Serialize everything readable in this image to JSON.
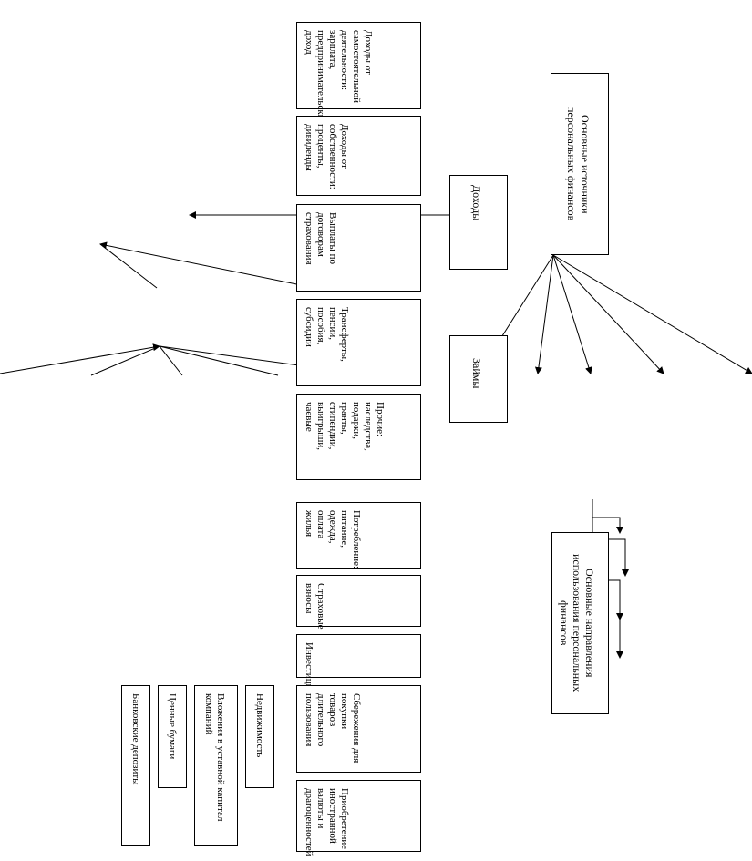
{
  "sources": {
    "title": "Основные источники персональных финансов",
    "income": "Доходы",
    "loans": "Займы",
    "items": [
      "Доходы от самостоятельной деятельности: зарплата, предпринимательский доход",
      "Доходы от собственности: проценты, дивиденды",
      "Выплаты по договорам страхования",
      "Трансферты, пенсии, пособия, субсидии",
      "Прочие: наследства, подарки, гранты, стипендии, выигрыши, чаевые"
    ]
  },
  "uses": {
    "title": "Основные направления использования персональных финансов",
    "items": [
      "Потребление: питание, одежда, оплата жилья",
      "Страховые взносы",
      "Инвестиции",
      "Сбережения для покупки товаров длительного пользования",
      "Приобретение иностранной валюты и драгоценностей"
    ],
    "investments": [
      "Недвижимость",
      "Вложения в уставной капитал компаний",
      "Ценные бумаги",
      "Банковские депозиты"
    ]
  }
}
